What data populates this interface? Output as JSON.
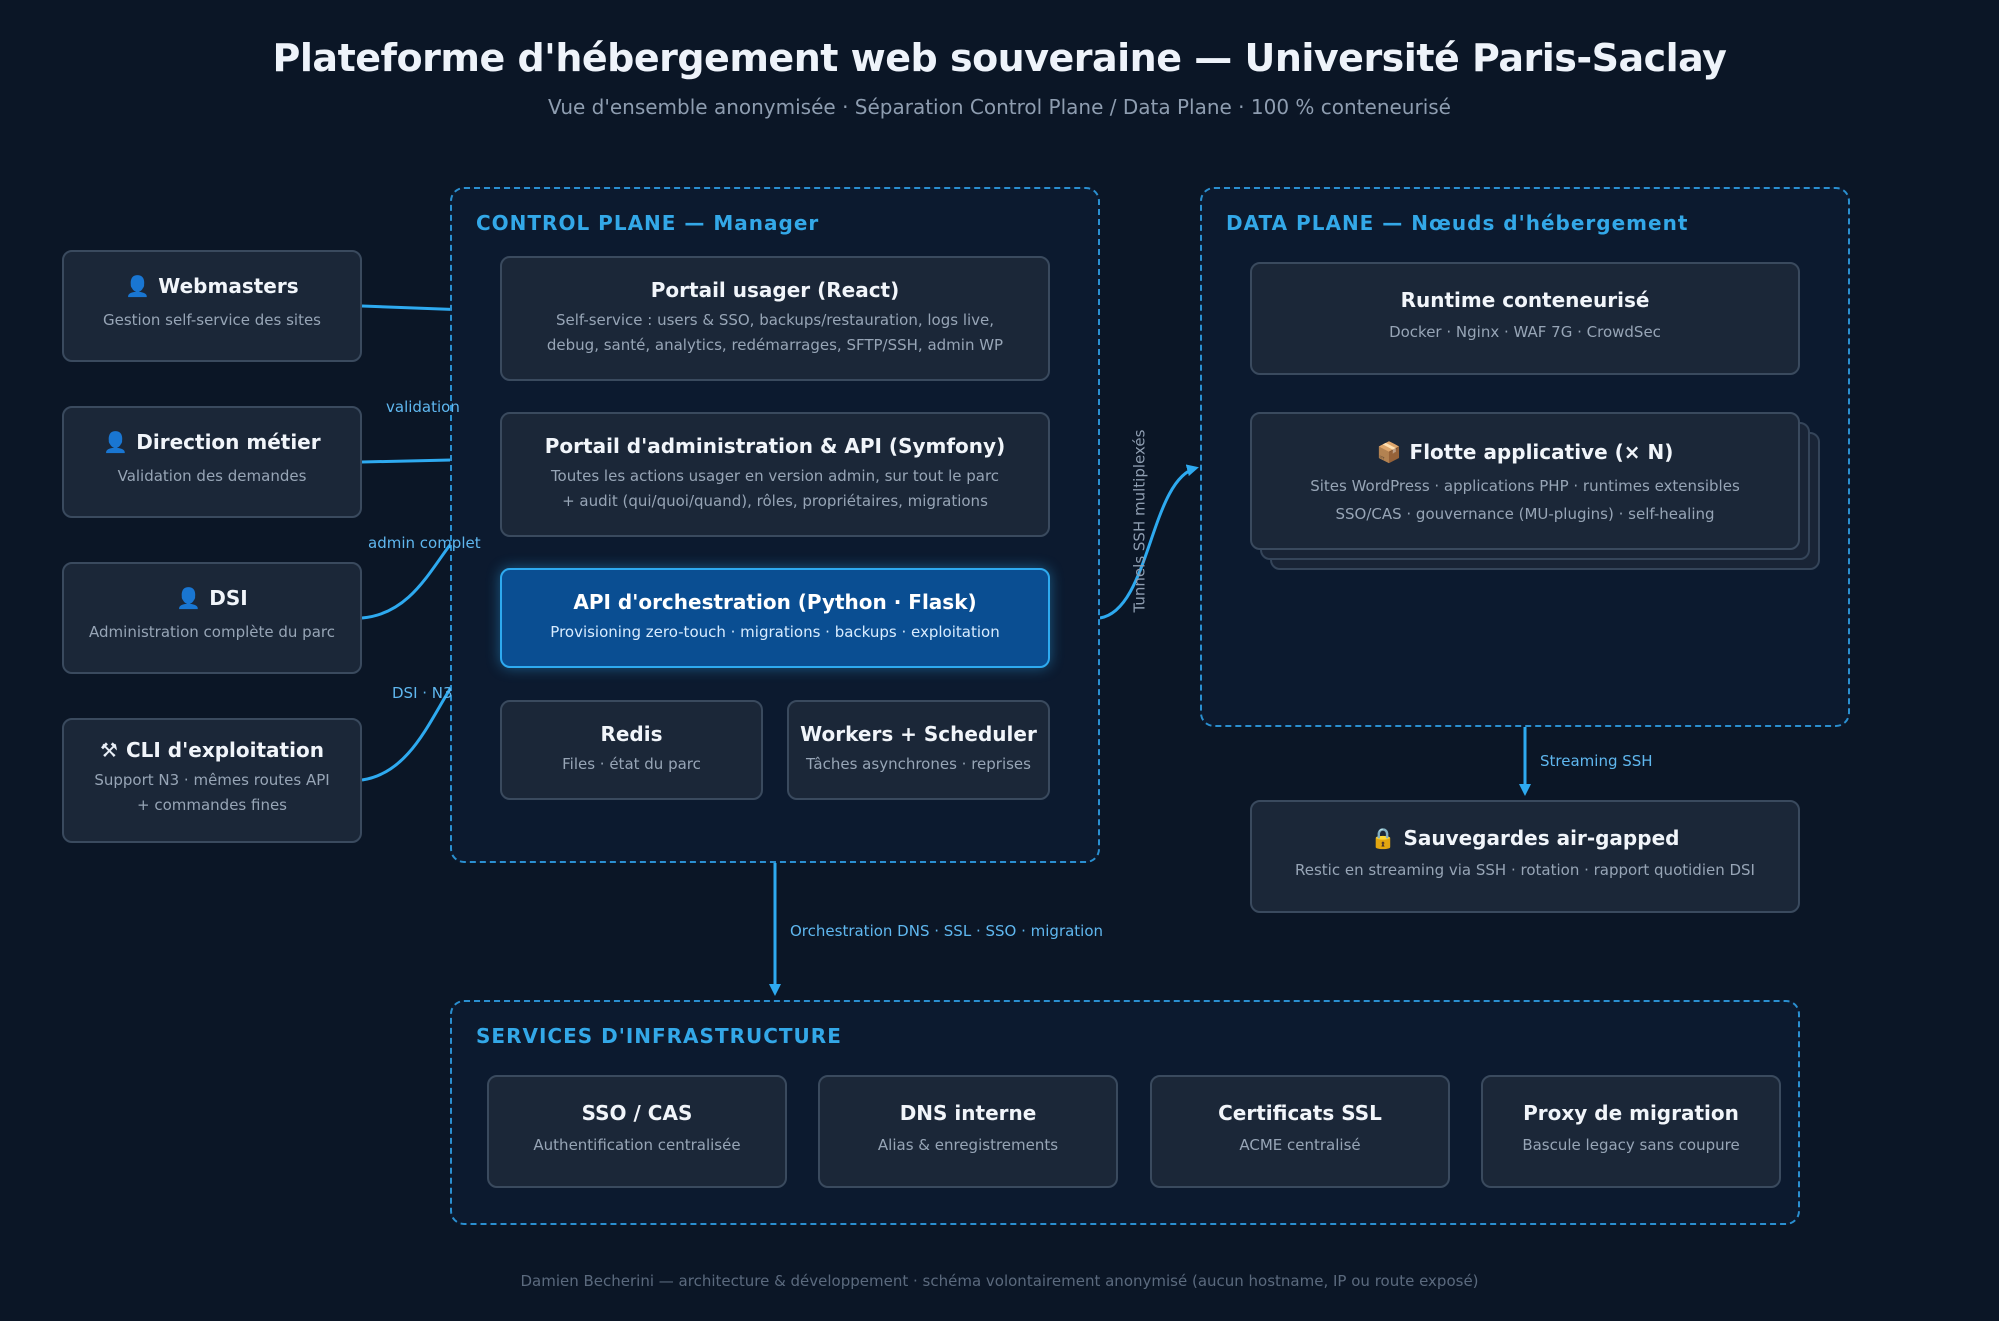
{
  "title": "Plateforme d'hébergement web souveraine — Université Paris-Saclay",
  "subtitle": "Vue d'ensemble anonymisée · Séparation Control Plane / Data Plane · 100 % conteneurisé",
  "actors": [
    {
      "icon": "person-icon",
      "title": "Webmasters",
      "desc": "Gestion self-service des sites"
    },
    {
      "icon": "person-icon",
      "title": "Direction métier",
      "desc": "Validation des demandes"
    },
    {
      "icon": "person-icon",
      "title": "DSI",
      "desc": "Administration complète du parc"
    },
    {
      "icon": "tools-icon",
      "title": "CLI d'exploitation",
      "desc1": "Support N3 · mêmes routes API",
      "desc2": "+ commandes fines"
    }
  ],
  "control_plane": {
    "title": "CONTROL PLANE — Manager",
    "portail_usager": {
      "title": "Portail usager (React)",
      "desc1": "Self-service : users & SSO, backups/restauration, logs live,",
      "desc2": "debug, santé, analytics, redémarrages, SFTP/SSH, admin WP"
    },
    "portail_admin": {
      "title": "Portail d'administration & API (Symfony)",
      "desc1": "Toutes les actions usager en version admin, sur tout le parc",
      "desc2": "+ audit (qui/quoi/quand), rôles, propriétaires, migrations"
    },
    "api_orchestration": {
      "title": "API d'orchestration (Python · Flask)",
      "desc": "Provisioning zero-touch · migrations · backups · exploitation"
    },
    "redis": {
      "title": "Redis",
      "desc": "Files · état du parc"
    },
    "workers": {
      "title": "Workers + Scheduler",
      "desc": "Tâches asynchrones · reprises"
    }
  },
  "data_plane": {
    "title": "DATA PLANE — Nœuds d'hébergement",
    "runtime": {
      "title": "Runtime conteneurisé",
      "desc": "Docker · Nginx · WAF 7G · CrowdSec"
    },
    "flotte": {
      "icon": "package-icon",
      "title": "Flotte applicative (× N)",
      "desc1": "Sites WordPress · applications PHP · runtimes extensibles",
      "desc2": "SSO/CAS · gouvernance (MU-plugins) · self-healing"
    }
  },
  "sauvegardes": {
    "icon": "lock-icon",
    "title": "Sauvegardes air-gapped",
    "desc": "Restic en streaming via SSH · rotation · rapport quotidien DSI"
  },
  "infra": {
    "title": "SERVICES D'INFRASTRUCTURE",
    "services": [
      {
        "title": "SSO / CAS",
        "desc": "Authentification centralisée"
      },
      {
        "title": "DNS interne",
        "desc": "Alias & enregistrements"
      },
      {
        "title": "Certificats SSL",
        "desc": "ACME centralisé"
      },
      {
        "title": "Proxy de migration",
        "desc": "Bascule legacy sans coupure"
      }
    ]
  },
  "labels": {
    "validation": "validation",
    "admin_complet": "admin complet",
    "dsi_n3": "DSI · N3",
    "tunnels": "Tunnels SSH multiplexés",
    "streaming": "Streaming SSH",
    "orchestration": "Orchestration DNS · SSL · SSO · migration"
  },
  "footer": "Damien Becherini — architecture & développement · schéma volontairement anonymisé (aucun hostname, IP ou route exposé)",
  "colors": {
    "accent": "#2eaaf0",
    "background": "#0b1626",
    "box": "#1b2738",
    "highlight": "#0a4e92"
  }
}
